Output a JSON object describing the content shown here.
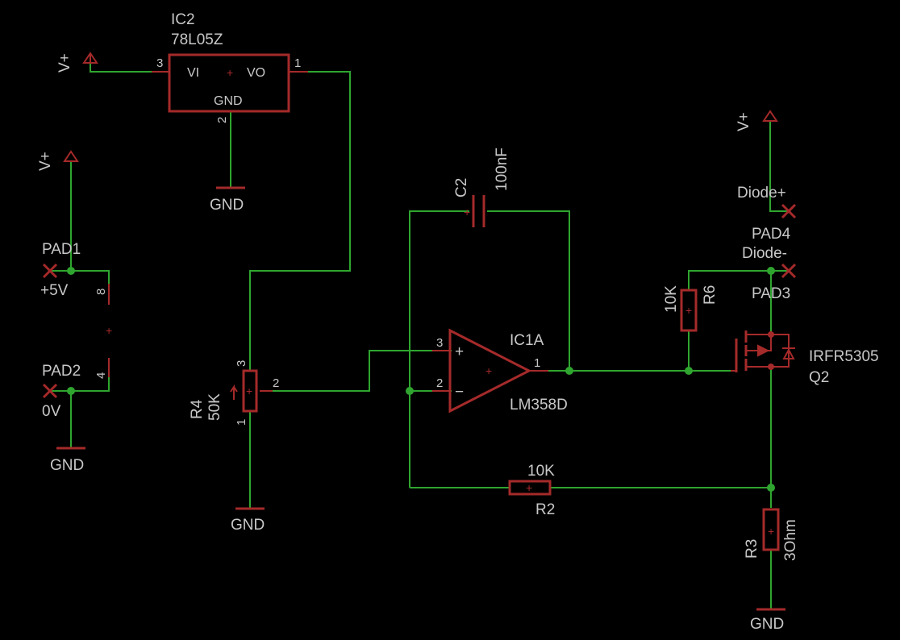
{
  "ic2": {
    "name": "IC2",
    "value": "78L05Z",
    "pin_vi": "VI",
    "pin_vo": "VO",
    "pin_gnd": "GND",
    "pin3": "3",
    "pin1": "1",
    "pin2": "2"
  },
  "supply": {
    "vplus": "V+",
    "gnd": "GND"
  },
  "pads": {
    "pad1": {
      "name": "PAD1",
      "value": "+5V"
    },
    "pad2": {
      "name": "PAD2",
      "value": "0V"
    },
    "pad3": {
      "name": "PAD3",
      "value": "Diode-"
    },
    "pad4": {
      "name": "PAD4",
      "value": "Diode+"
    }
  },
  "ic1b_pins": {
    "pin8": "8",
    "pin4": "4"
  },
  "r4": {
    "name": "R4",
    "value": "50K",
    "pin3": "3",
    "pin2": "2",
    "pin1": "1"
  },
  "c2": {
    "name": "C2",
    "value": "100nF"
  },
  "ic1a": {
    "name": "IC1A",
    "value": "LM358D",
    "pin3": "3",
    "pin2": "2",
    "pin1": "1",
    "plus": "+",
    "minus": "−"
  },
  "r6": {
    "name": "R6",
    "value": "10K"
  },
  "q2": {
    "name": "Q2",
    "value": "IRFR5305"
  },
  "r2": {
    "name": "R2",
    "value": "10K"
  },
  "r3": {
    "name": "R3",
    "value": "3Ohm"
  },
  "colors": {
    "wire": "#2fa52f",
    "part": "#a52a2a",
    "text": "#c8c8c8",
    "background": "#000000"
  }
}
